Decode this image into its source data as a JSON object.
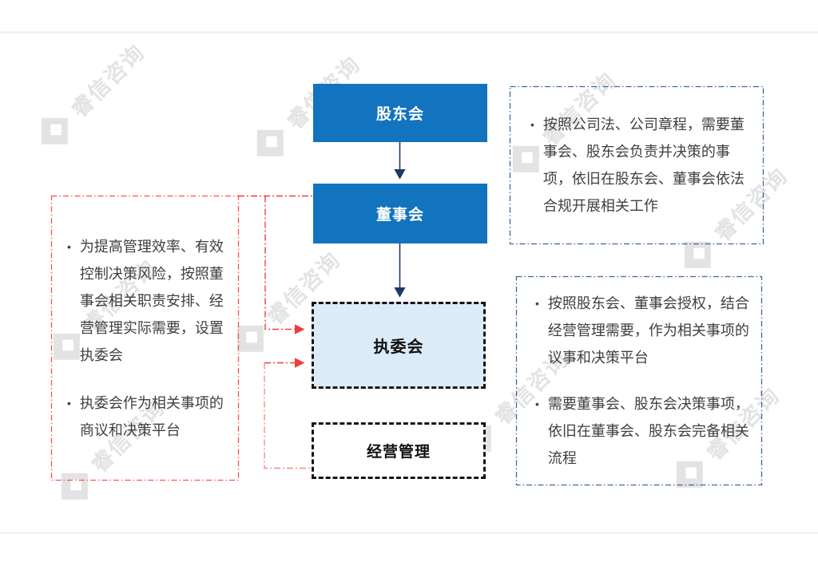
{
  "watermark": {
    "text": "睿信咨询"
  },
  "colors": {
    "primary_blue": "#1273BE",
    "light_blue_fill": "#DBEBF8",
    "navy_arrow": "#1F3864",
    "red_connector": "#F43B3B",
    "red_note_border": "#FF5050",
    "navy_note_border": "#41669F"
  },
  "flow": {
    "shareholders": "股东会",
    "board": "董事会",
    "executive_committee": "执委会",
    "operations_management": "经营管理"
  },
  "notes": {
    "left": {
      "bullets": [
        "为提高管理效率、有效控制决策风险，按照董事会相关职责安排、经营管理实际需要，设置执委会",
        "执委会作为相关事项的商议和决策平台"
      ]
    },
    "right_top": {
      "bullets": [
        "按照公司法、公司章程，需要董事会、股东会负责并决策的事项，依旧在股东会、董事会依法合规开展相关工作"
      ]
    },
    "right_bottom": {
      "bullets": [
        "按照股东会、董事会授权，结合经营管理需要，作为相关事项的议事和决策平台",
        "需要董事会、股东会决策事项，依旧在董事会、股东会完备相关流程"
      ]
    }
  }
}
